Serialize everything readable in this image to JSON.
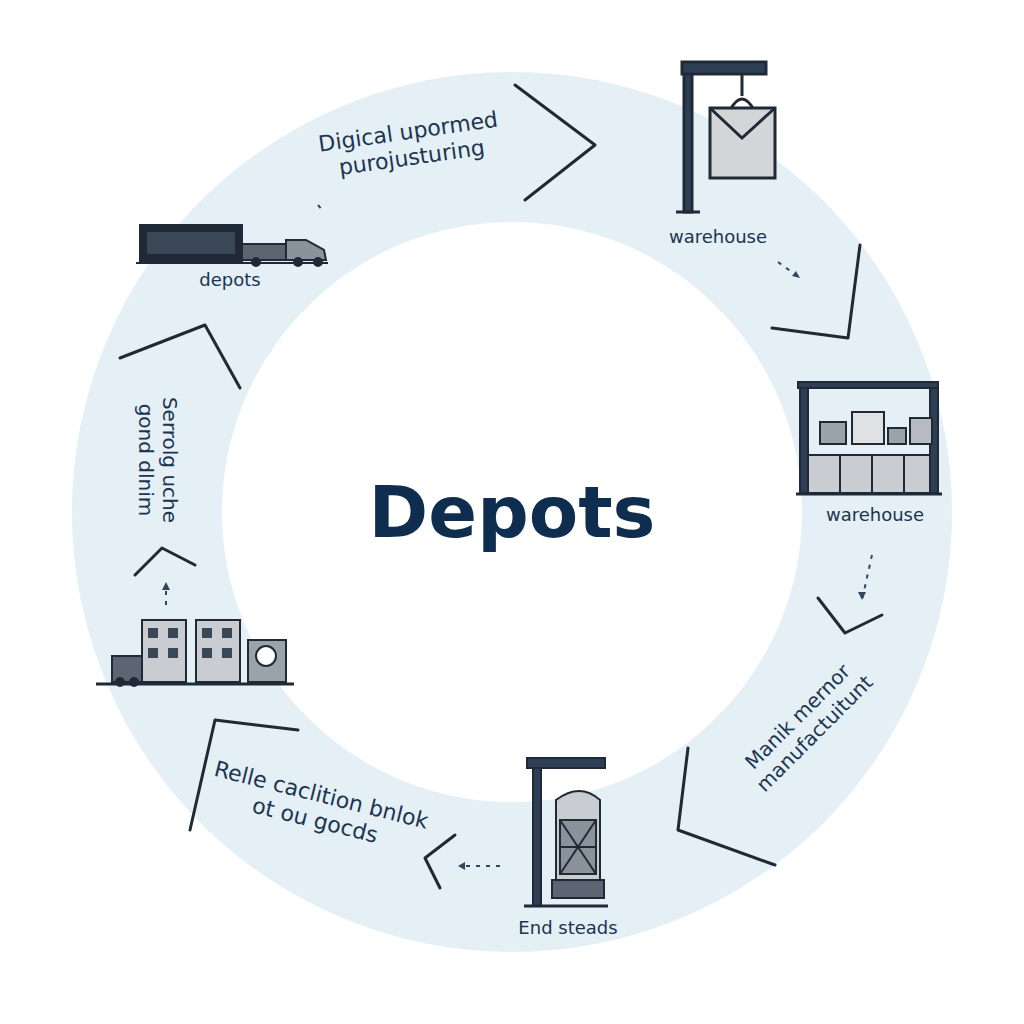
{
  "diagram": {
    "title": "Depots",
    "labels": [
      "Digical upormed purojusturing",
      "depots",
      "warehouse",
      "warehouse",
      "Manik mernor manufactuitunt",
      "End steads",
      "Relle caclition bnlok ot ou gocds",
      "Serrolg uche gond dlnim"
    ]
  }
}
